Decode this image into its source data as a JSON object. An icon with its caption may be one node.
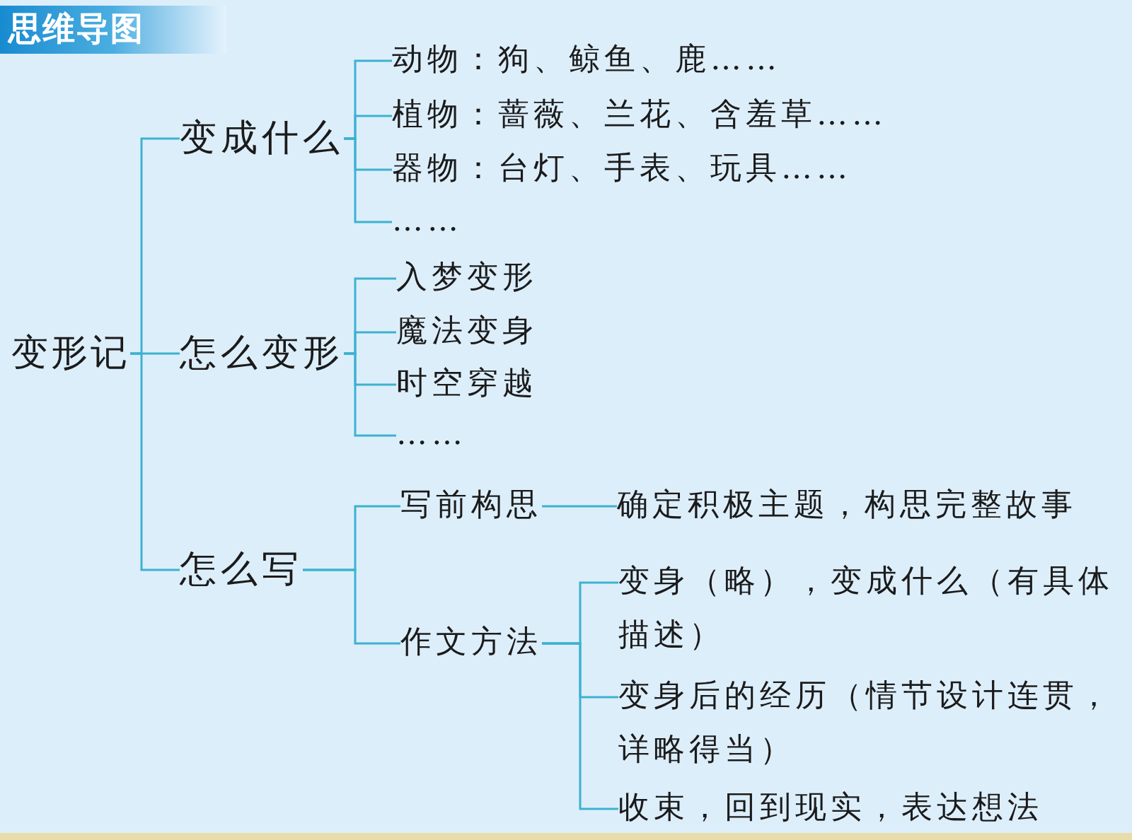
{
  "diagram": {
    "title": "思维导图",
    "nodes": [
      {
        "text": [
          "变形记"
        ]
      },
      {
        "text": [
          "变成什么"
        ]
      },
      {
        "text": [
          "动物：狗、鲸鱼、鹿……"
        ]
      },
      {
        "text": [
          "植物：蔷薇、兰花、含羞草……"
        ]
      },
      {
        "text": [
          "器物：台灯、手表、玩具……"
        ]
      },
      {
        "text": [
          "……"
        ]
      },
      {
        "text": [
          "怎么变形"
        ]
      },
      {
        "text": [
          "入梦变形"
        ]
      },
      {
        "text": [
          "魔法变身"
        ]
      },
      {
        "text": [
          "时空穿越"
        ]
      },
      {
        "text": [
          "……"
        ]
      },
      {
        "text": [
          "怎么写"
        ]
      },
      {
        "text": [
          "写前构思"
        ]
      },
      {
        "text": [
          "确定积极主题，构思完整故事"
        ]
      },
      {
        "text": [
          "作文方法"
        ]
      },
      {
        "text": [
          "变身（略），变成什么（有具体描述）"
        ]
      },
      {
        "text": [
          "变身后的经历（情节设计连贯，详略得当）"
        ]
      },
      {
        "text": [
          "收束，回到现实，表达想法"
        ]
      }
    ],
    "edges": [
      {
        "from": 0,
        "to": 1,
        "arrow": "none"
      },
      {
        "from": 0,
        "to": 6,
        "arrow": "none"
      },
      {
        "from": 0,
        "to": 11,
        "arrow": "none"
      },
      {
        "from": 1,
        "to": 2,
        "arrow": "none"
      },
      {
        "from": 1,
        "to": 3,
        "arrow": "none"
      },
      {
        "from": 1,
        "to": 4,
        "arrow": "none"
      },
      {
        "from": 1,
        "to": 5,
        "arrow": "none"
      },
      {
        "from": 6,
        "to": 7,
        "arrow": "none"
      },
      {
        "from": 6,
        "to": 8,
        "arrow": "none"
      },
      {
        "from": 6,
        "to": 9,
        "arrow": "none"
      },
      {
        "from": 6,
        "to": 10,
        "arrow": "none"
      },
      {
        "from": 11,
        "to": 12,
        "arrow": "none"
      },
      {
        "from": 11,
        "to": 14,
        "arrow": "none"
      },
      {
        "from": 12,
        "to": 13,
        "arrow": "none"
      },
      {
        "from": 14,
        "to": 15,
        "arrow": "none"
      },
      {
        "from": 14,
        "to": 16,
        "arrow": "none"
      },
      {
        "from": 14,
        "to": 17,
        "arrow": "none"
      }
    ]
  }
}
